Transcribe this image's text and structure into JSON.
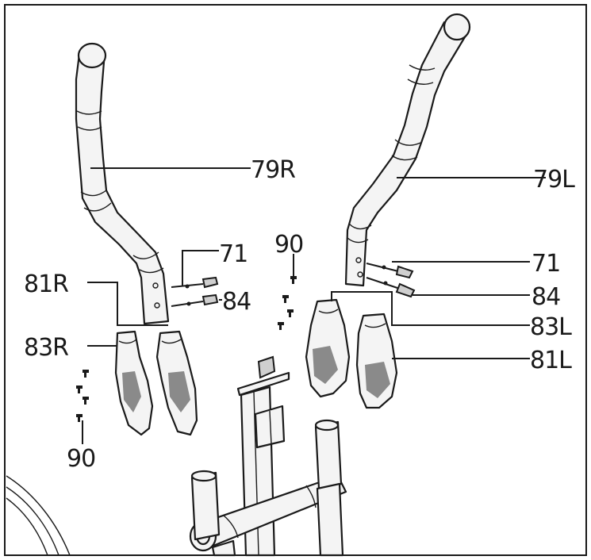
{
  "callouts": {
    "handlebar_right": "79R",
    "handlebar_left": "79L",
    "bolt_right": "71",
    "bolt_left": "71",
    "washer_right": "84",
    "washer_left": "84",
    "screw_top": "90",
    "screw_bottom": "90",
    "cover_outer_right": "81R",
    "cover_inner_right": "83R",
    "cover_inner_left": "83L",
    "cover_outer_left": "81L"
  }
}
